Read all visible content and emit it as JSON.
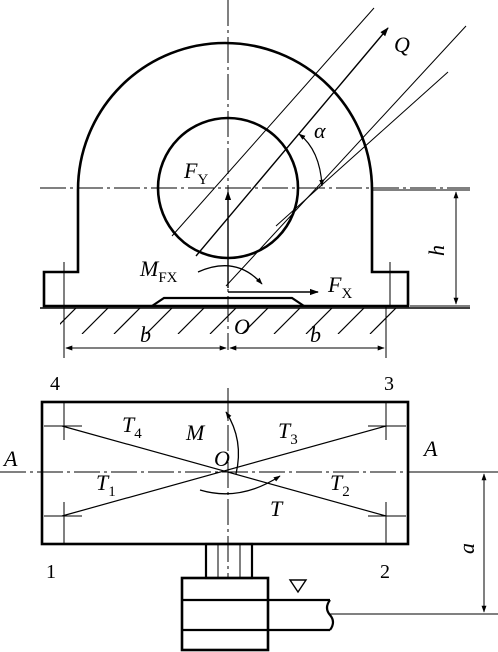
{
  "side_view": {
    "force_Q": "Q",
    "angle_alpha": "α",
    "force_FY_main": "F",
    "force_FY_sub": "Y",
    "moment_MFX_main": "M",
    "moment_MFX_sub": "FX",
    "force_FX_main": "F",
    "force_FX_sub": "X",
    "height_h": "h",
    "dim_b_left": "b",
    "dim_b_right": "b",
    "origin_O": "O"
  },
  "top_view": {
    "corner_1": "1",
    "corner_2": "2",
    "corner_3": "3",
    "corner_4": "4",
    "axis_A_left": "A",
    "axis_A_right": "A",
    "tension_T1_main": "T",
    "tension_T1_sub": "1",
    "tension_T2_main": "T",
    "tension_T2_sub": "2",
    "tension_T3_main": "T",
    "tension_T3_sub": "3",
    "tension_T4_main": "T",
    "tension_T4_sub": "4",
    "moment_M": "M",
    "torque_T": "T",
    "origin_O": "O",
    "dim_a": "a"
  }
}
